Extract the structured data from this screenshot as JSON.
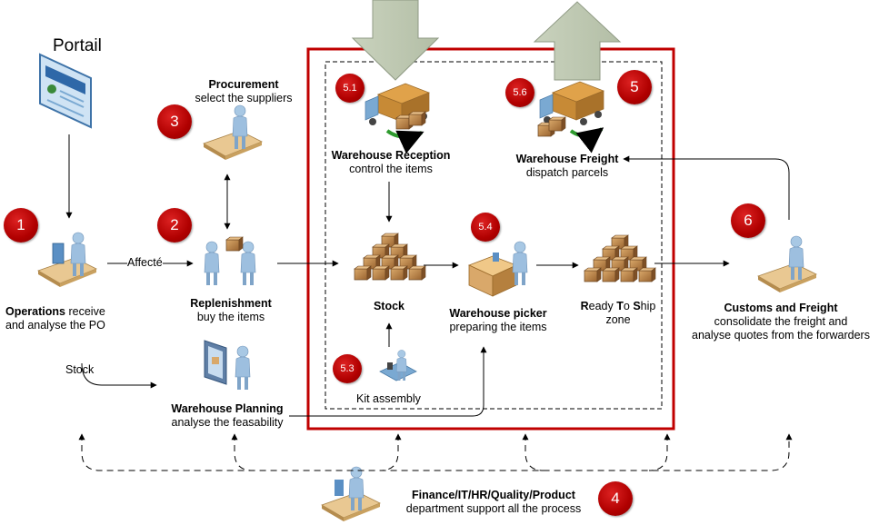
{
  "diagram": {
    "portal_label": "Portail",
    "affecte_label": "Affecté",
    "stock_edge_label": "Stock",
    "kit_assembly_label": "Kit assembly",
    "badges": {
      "b1": "1",
      "b2": "2",
      "b3": "3",
      "b4": "4",
      "b5": "5",
      "b6": "6",
      "b51": "5.1",
      "b53": "5.3",
      "b54": "5.4",
      "b56": "5.6"
    },
    "nodes": {
      "operations": {
        "title": "Operations",
        "line1_rest": " receive",
        "line2": "and analyse the PO"
      },
      "procurement": {
        "title": "Procurement",
        "line2": "select the suppliers"
      },
      "replenishment": {
        "title": "Replenishment",
        "line2": "buy the items"
      },
      "warehouse_planning": {
        "title": "Warehouse Planning",
        "line2": "analyse the feasability"
      },
      "warehouse_reception": {
        "title": "Warehouse Reception",
        "line2": "control the items"
      },
      "stock": {
        "title": "Stock"
      },
      "warehouse_picker": {
        "title": "Warehouse picker",
        "line2": "preparing the items"
      },
      "ready_to_ship": {
        "r": "R",
        "eady": "eady ",
        "t": "T",
        "o": "o ",
        "s": "S",
        "hip": "hip",
        "line2": "zone"
      },
      "warehouse_freight": {
        "title": "Warehouse Freight",
        "line2": "dispatch parcels"
      },
      "customs": {
        "title": "Customs and Freight",
        "line2": "consolidate the freight and",
        "line3": "analyse quotes from the forwarders"
      },
      "support": {
        "title": "Finance/IT/HR/Quality/Product",
        "line2": "department support all the process"
      }
    }
  }
}
